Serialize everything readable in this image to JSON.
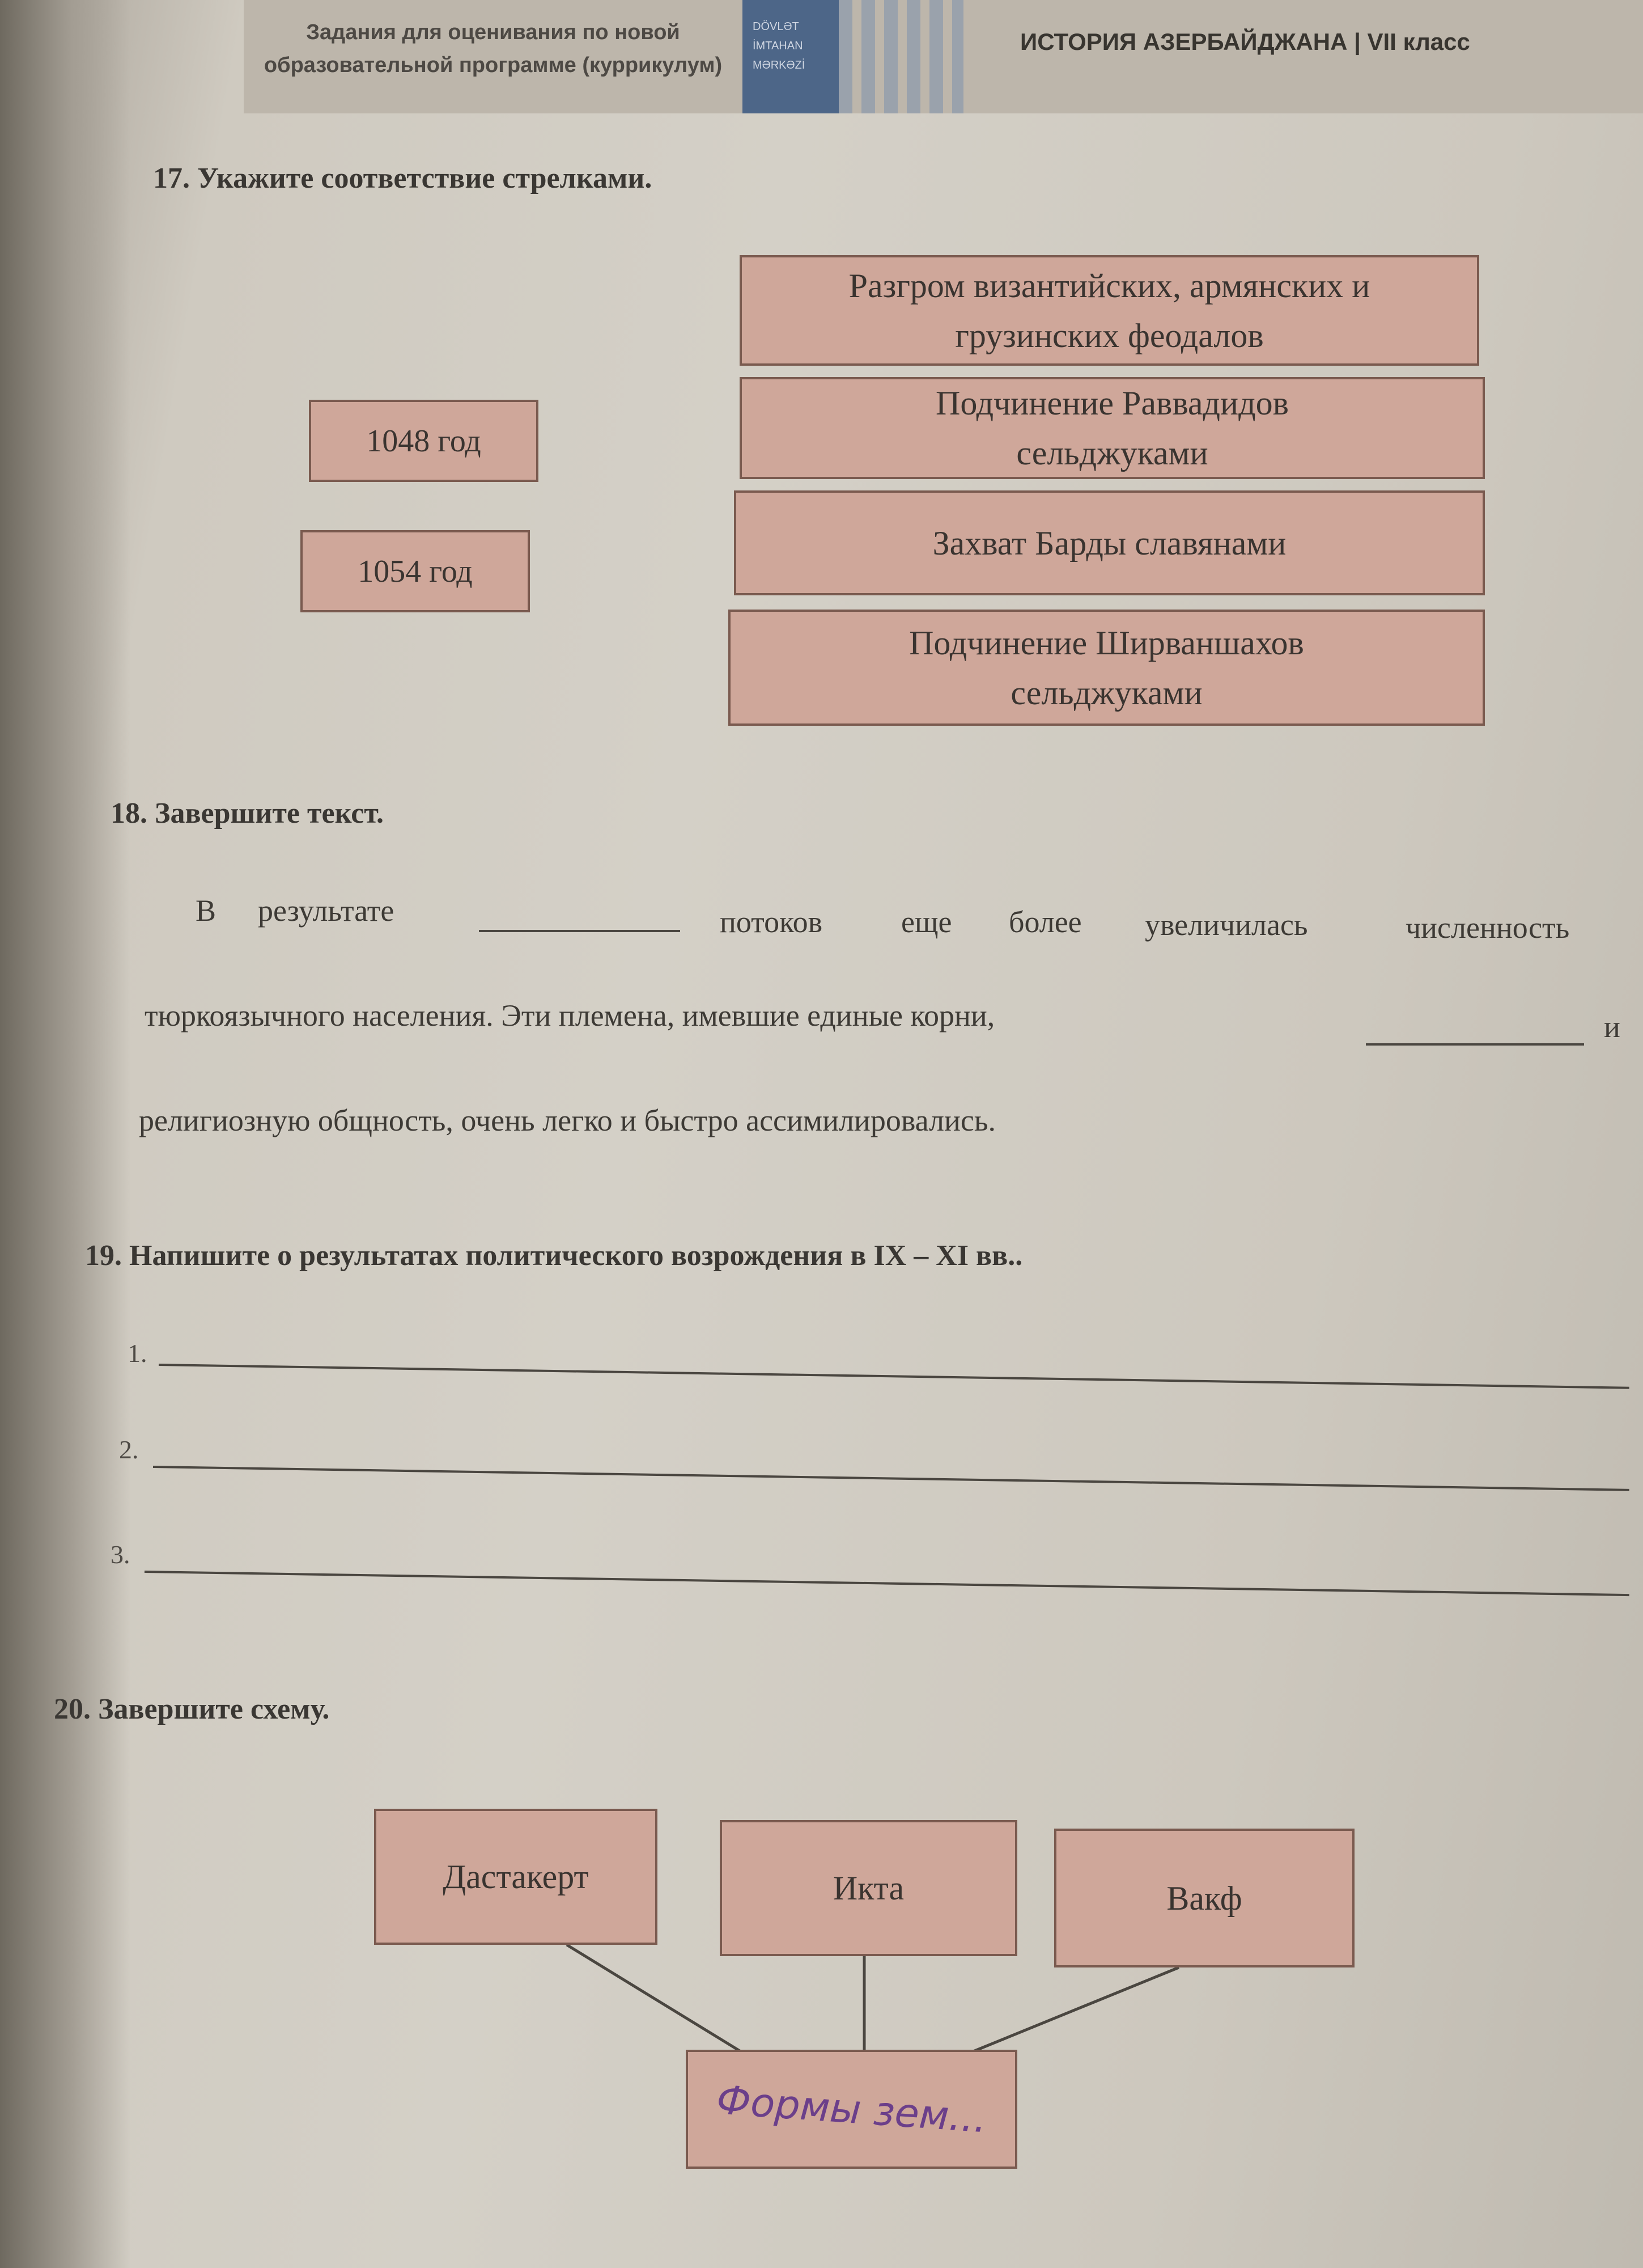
{
  "header": {
    "subtitle_line1": "Задания для оценивания по новой",
    "subtitle_line2": "образовательной программе (куррикулум)",
    "logo_line1": "DÖVLƏT",
    "logo_line2": "İMTAHAN",
    "logo_line3": "MƏRKƏZİ",
    "title": "ИСТОРИЯ АЗЕРБАЙДЖАНА | VII класс"
  },
  "q17": {
    "number": "17.",
    "prompt": "Укажите соответствие стрелками.",
    "years": [
      "1048 год",
      "1054 год"
    ],
    "events": [
      [
        "Разгром византийских, армянских и",
        "грузинских феодалов"
      ],
      [
        "Подчинение Раввадидов",
        "сельджуками"
      ],
      [
        "Захват Барды славянами"
      ],
      [
        "Подчинение Ширваншахов",
        "сельджуками"
      ]
    ]
  },
  "q18": {
    "number": "18.",
    "prompt": "Завершите текст.",
    "line1": [
      "В",
      "результате",
      "потоков",
      "еще",
      "более",
      "увеличилась",
      "численность"
    ],
    "line2_start": "тюркоязычного населения. Эти племена, имевшие единые корни,",
    "line2_end": "и",
    "line3": "религиозную общность, очень легко и быстро ассимилировались."
  },
  "q19": {
    "number": "19.",
    "prompt": "Напишите о результатах политического возрождения в IX – XI вв..",
    "items": [
      "1.",
      "2.",
      "3."
    ]
  },
  "q20": {
    "number": "20.",
    "prompt": "Завершите схему.",
    "top_boxes": [
      "Дастакерт",
      "Икта",
      "Вакф"
    ],
    "handwritten_answer": "Формы зем..."
  },
  "colors": {
    "box_fill": "#cfa79a",
    "box_border": "#7a5a4f",
    "logo_blue": "#4d6688",
    "handwriting": "#6b3f8a"
  }
}
